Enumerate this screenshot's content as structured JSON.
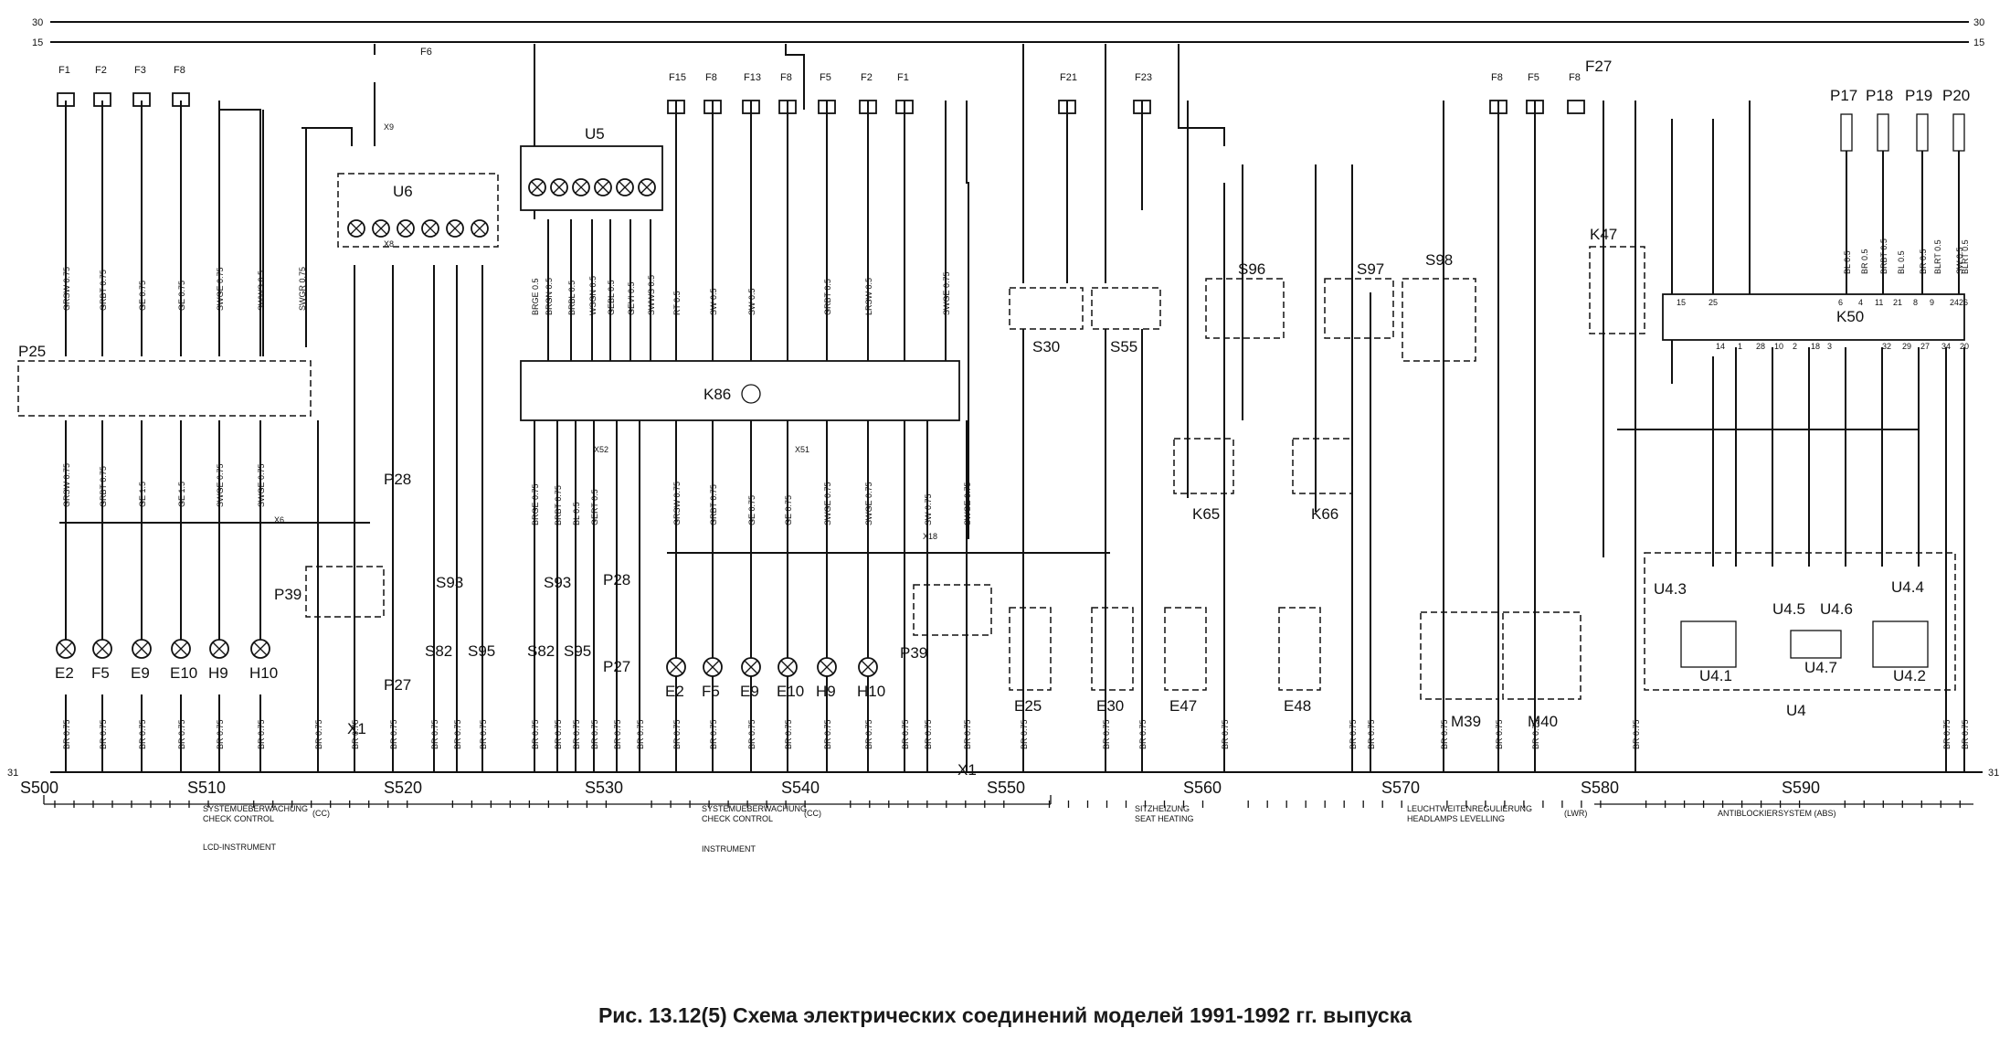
{
  "caption": "Рис. 13.12(5) Схема электрических соединений моделей 1991-1992 гг. выпуска",
  "rails": [
    "30",
    "15",
    "31"
  ],
  "fuses_left": [
    "F1",
    "F2",
    "F3",
    "F8"
  ],
  "fuses_mid": [
    "F15",
    "F8",
    "F13",
    "F8",
    "F5",
    "F2",
    "F1"
  ],
  "fuses_right_top": [
    "F21",
    "F23",
    "F8",
    "F5",
    "F8",
    "F27"
  ],
  "fuse_f6": "F6",
  "lamps_left": [
    "E2",
    "F5",
    "E9",
    "E10",
    "H9",
    "H10"
  ],
  "lamps_mid": [
    "E2",
    "F5",
    "E9",
    "E10",
    "H9",
    "H10"
  ],
  "components": {
    "p25": "P25",
    "u6": "U6",
    "u5": "U5",
    "k86": "K86",
    "p39a": "P39",
    "p39b": "P39",
    "p28a": "P28",
    "p28b": "P28",
    "p27a": "P27",
    "p27b": "P27",
    "s93a": "S93",
    "s93b": "S93",
    "s82a": "S82",
    "s82b": "S82",
    "s95a": "S95",
    "s95b": "S95",
    "x1a": "X1",
    "x1b": "X1",
    "s30": "S30",
    "s55": "S55",
    "s96": "S96",
    "s97": "S97",
    "s98": "S98",
    "k65": "K65",
    "k66": "K66",
    "e25": "E25",
    "e30": "E30",
    "e47": "E47",
    "e48": "E48",
    "m39": "M39",
    "m40": "M40",
    "k47": "K47",
    "k50": "K50",
    "p17": "P17",
    "p18": "P18",
    "p19": "P19",
    "p20": "P20",
    "u4": "U4",
    "u43": "U4.3",
    "u44": "U4.4",
    "u45": "U4.5",
    "u46": "U4.6",
    "u41": "U4.1",
    "u47": "U4.7",
    "u42": "U4.2"
  },
  "bottom_ids": [
    "S500",
    "S510",
    "S520",
    "S530",
    "S540",
    "S550",
    "S560",
    "S570",
    "S580",
    "S590"
  ],
  "sections": [
    {
      "line1": "SYSTEMUEBERWACHUNG",
      "line2": "CHECK CONTROL",
      "tag": "(CC)",
      "line3": "LCD-INSTRUMENT"
    },
    {
      "line1": "SYSTEMUEBERWACHUNG",
      "line2": "CHECK CONTROL",
      "tag": "(CC)",
      "line3": "INSTRUMENT"
    },
    {
      "line1": "SITZHEIZUNG",
      "line2": "SEAT HEATING",
      "tag": "",
      "line3": ""
    },
    {
      "line1": "LEUCHTWEITENREGULIERUNG",
      "line2": "HEADLAMPS LEVELLING",
      "tag": "(LWR)",
      "line3": ""
    },
    {
      "line1": "ANTIBLOCKIERSYSTEM (ABS)",
      "line2": "",
      "tag": "",
      "line3": ""
    }
  ],
  "wire_labels_left": [
    "GRSW 0.75",
    "GRBT 0.75",
    "GE 0.75",
    "GE 0.75",
    "SWGE 0.75",
    "SWWS 0.5",
    "SWGR 0.75"
  ],
  "wire_labels_left_low": [
    "GRSW 0.75",
    "GRBT 0.75",
    "GE 1.5",
    "GE 1.5",
    "SWGE 0.75",
    "SWGE 0.75"
  ],
  "wire_labels_k86_top": [
    "BRGE 0.5",
    "BRGN 0.5",
    "BRBL 0.5",
    "WSGN 0.5",
    "GEBL 0.5",
    "GEVI 0.5",
    "SWWS 0.5",
    "RT 0.5",
    "SW 0.5",
    "SW 0.5",
    "GRBT 0.5",
    "LRSW 0.5",
    "SWGE 0.75"
  ],
  "wire_labels_k86_bot": [
    "BRGE 0.75",
    "BRBT 0.75",
    "BL 0.5",
    "GERT 0.5",
    "GRSW 0.75",
    "GRBT 0.75",
    "GE 0.75",
    "GE 0.75",
    "SWGE 0.75",
    "SWGE 0.75",
    "SW 0.75",
    "SWGE 0.75"
  ],
  "ground_label": "BR 0.75",
  "connectors": [
    "X6",
    "X52",
    "X51",
    "X18",
    "X8",
    "X9"
  ],
  "refs_k50_pins": [
    "15",
    "25",
    "14",
    "1",
    "28",
    "10",
    "2",
    "18",
    "3",
    "32",
    "29",
    "27",
    "34",
    "20"
  ],
  "refs_k50_top": [
    "6",
    "4",
    "11",
    "21",
    "8",
    "9",
    "24",
    "26"
  ],
  "refs_k50_wire": [
    "BL 0.5",
    "BR 0.5",
    "BRBT 0.5",
    "BL 0.5",
    "BR 0.5",
    "BLRT 0.5",
    "SW 0.5",
    "BLRT 0.5"
  ]
}
